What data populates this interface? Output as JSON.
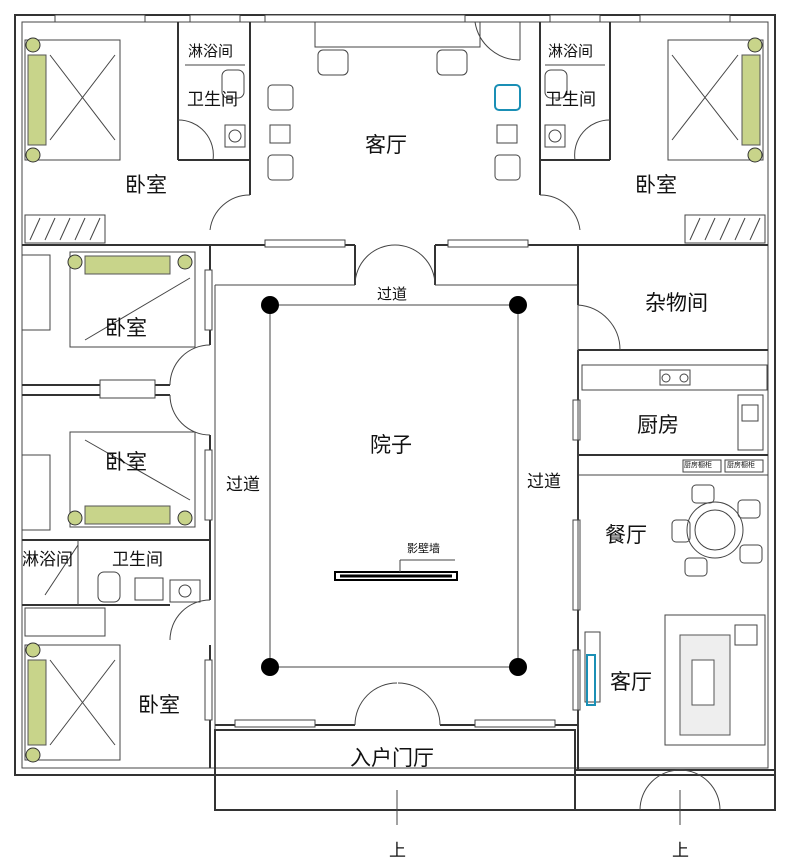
{
  "rooms": {
    "bedroom_top_left": "卧室",
    "bathroom_top_left": "卫生间",
    "shower_top_left": "淋浴间",
    "living_room_top": "客厅",
    "shower_top_right": "淋浴间",
    "bathroom_top_right": "卫生间",
    "bedroom_top_right": "卧室",
    "passage_top": "过道",
    "bedroom_left_2": "卧室",
    "storage_room": "杂物间",
    "bedroom_left_3": "卧室",
    "courtyard": "院子",
    "kitchen": "厨房",
    "passage_left": "过道",
    "passage_right": "过道",
    "dining_room": "餐厅",
    "shower_bottom_left": "淋浴间",
    "bathroom_bottom_left": "卫生间",
    "screen_wall": "影壁墙",
    "living_room_bottom": "客厅",
    "bedroom_bottom_left": "卧室",
    "entrance_hall": "入户门厅",
    "up_mark_entrance": "上",
    "up_mark_right": "上",
    "kitchen_appliance_1": "厨房橱柜",
    "kitchen_appliance_2": "厨房橱柜"
  },
  "colors": {
    "wall": "#333333",
    "bedding_accent": "#c8d48a",
    "chair_accent": "#1a8fb5",
    "column": "#000000"
  }
}
